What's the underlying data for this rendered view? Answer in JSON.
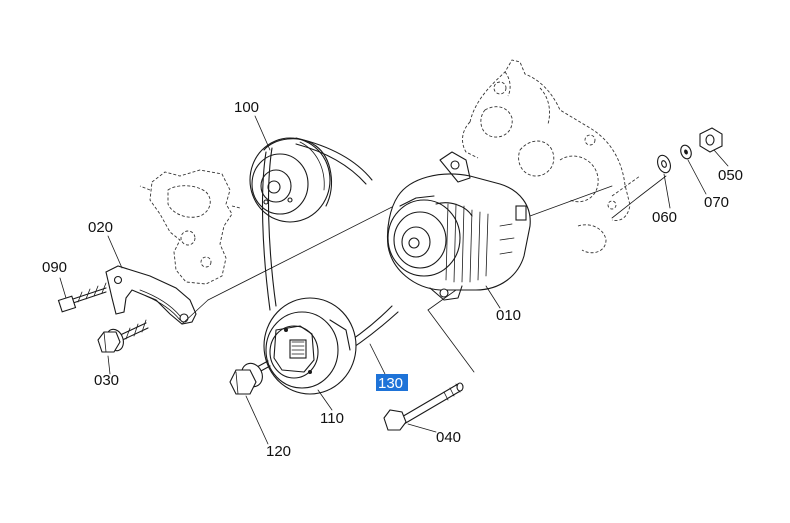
{
  "parts": [
    {
      "id": "p010",
      "label": "010"
    },
    {
      "id": "p020",
      "label": "020"
    },
    {
      "id": "p030",
      "label": "030"
    },
    {
      "id": "p040",
      "label": "040"
    },
    {
      "id": "p050",
      "label": "050"
    },
    {
      "id": "p060",
      "label": "060"
    },
    {
      "id": "p070",
      "label": "070"
    },
    {
      "id": "p090",
      "label": "090"
    },
    {
      "id": "p100",
      "label": "100"
    },
    {
      "id": "p110",
      "label": "110"
    },
    {
      "id": "p120",
      "label": "120"
    },
    {
      "id": "p130",
      "label": "130",
      "highlighted": true
    }
  ],
  "colors": {
    "highlight": "#1e73d8",
    "line": "#1a1a1a",
    "background": "#ffffff"
  }
}
